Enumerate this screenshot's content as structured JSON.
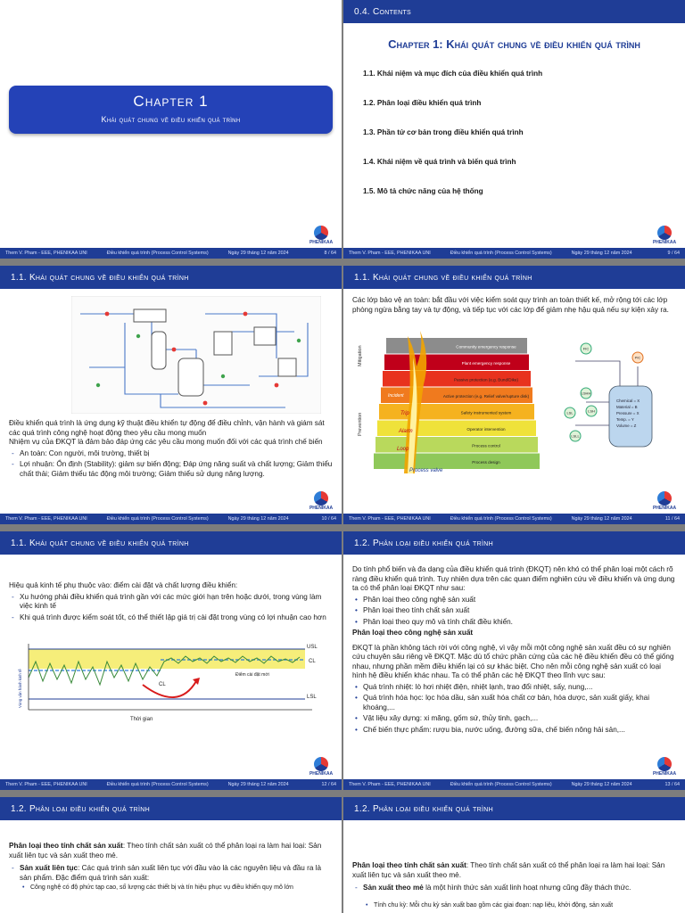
{
  "footer": {
    "author": "Them V. Pham - EEE, PHENIKAA UNI",
    "course": "Điều khiển quá trình (Process Control Systems)",
    "date": "Ngày 29 tháng 12 năm 2024"
  },
  "logo_text": "PHENIKAA",
  "slide8": {
    "chapter": "Chapter 1",
    "subtitle": "Khái quát chung về điều khiển quá trình",
    "page": "8 / 64"
  },
  "slide9": {
    "header": "0.4. Contents",
    "title": "Chapter 1: Khái quát chung về điều khiển quá trình",
    "items": [
      "1.1. Khái niệm và mục đích của điều khiển quá trình",
      "1.2. Phân loại điều khiển quá trình",
      "1.3. Phần tử cơ bản trong điều khiển quá trình",
      "1.4. Khái niệm về quá trình và biến quá trình",
      "1.5. Mô tả chức năng của hệ thống"
    ],
    "page": "9 / 64"
  },
  "slide10": {
    "header": "1.1. Khái quát chung về điều khiển quá trình",
    "p1": "Điều khiển quá trình là ứng dụng kỹ thuật điều khiển tự động để điều chỉnh, vận hành và giám sát các quá trình công nghệ hoạt động theo yêu cầu mong muốn",
    "p2": "Nhiệm vụ của ĐKQT là đảm bảo đáp ứng các yêu cầu mong muốn đối với các quá trình chế biến",
    "bullets": [
      "An toàn: Con người, môi trường, thiết bị",
      "Lợi nhuận: Ổn định (Stability): giảm sự biến động; Đáp ứng năng suất và chất lượng; Giảm thiểu chất thải; Giảm thiểu tác động môi trường; Giảm thiểu sử dụng năng lượng."
    ],
    "page": "10 / 64"
  },
  "slide11": {
    "header": "1.1. Khái quát chung về điều khiển quá trình",
    "p1": "Các lớp bảo vệ an toàn: bắt đầu với việc kiểm soát quy trình an toàn thiết kế, mở rộng tới các lớp phòng ngừa bằng tay và tự động, và tiếp tục với các lớp để giảm nhẹ hậu quả nếu sự kiện xảy ra.",
    "layers": [
      {
        "label": "Community emergency response",
        "color": "#8c8c8c"
      },
      {
        "label": "Plant emergency response",
        "color": "#c0001a"
      },
      {
        "label": "Passive protection (e.g. Bund/Dike)",
        "color": "#e8321e"
      },
      {
        "label": "Active protection (e.g. Relief valve/rupture disk)",
        "color": "#f07a1e"
      },
      {
        "label": "Safety instrumented system",
        "color": "#f5b21f"
      },
      {
        "label": "Operator intervention",
        "color": "#efe23a"
      },
      {
        "label": "Process control",
        "color": "#b9d95c"
      },
      {
        "label": "Process design",
        "color": "#8fc85a"
      }
    ],
    "side_labels": [
      "Mitigation",
      "Prevention"
    ],
    "event_labels": [
      "Incident",
      "Trip",
      "Alarm",
      "Loop",
      "Process valve"
    ],
    "tank_text": [
      "Chemical = X",
      "Material = B",
      "Pressure = X",
      "Temp. = Y",
      "Volume = Z"
    ],
    "instruments": [
      "FIC",
      "PIC",
      "LSHH",
      "LSH",
      "LSL",
      "LSLL"
    ],
    "page": "11 / 64"
  },
  "slide12": {
    "header": "1.1. Khái quát chung về điều khiển quá trình",
    "intro": "Hiệu quả kinh tế phụ thuộc vào: điểm cài đặt và chất lượng điều khiển:",
    "bullets": [
      "Xu hướng phải điều khiển quá trình gần với các mức giới hạn trên hoặc dưới, trong vùng làm việc kinh tế",
      "Khi quá trình được kiểm soát tốt, có thể thiết lập giá trị cài đặt trong vùng có lợi nhuận cao hơn"
    ],
    "chart_labels": {
      "usl": "USL",
      "cl": "CL",
      "lsl": "LSL",
      "cl_left": "CL",
      "new_sp": "Điểm cài đặt mới",
      "xlabel": "Thời gian",
      "ylabel": "Vùng vận hành kinh tế"
    },
    "page": "12 / 64"
  },
  "slide13": {
    "header": "1.2. Phân loại điều khiển quá trình",
    "p1": "Do tính phổ biến và đa dạng của điều khiển quá trình (ĐKQT) nên khó có thể phân loại một cách rõ ràng điều khiển quá trình. Tuy nhiên dựa trên các quan điểm nghiên cứu về điều khiển và ứng dụng ta có thể phân loại ĐKQT như sau:",
    "types": [
      "Phân loại theo công nghệ sản xuất",
      "Phân loại theo tính chất sản xuất",
      "Phân loại theo quy mô và tính chất điều khiển."
    ],
    "subhead": "Phân loại theo công nghệ sản xuất",
    "p2": "ĐKQT là phần không tách rời với công nghệ, vì vậy mỗi một công nghệ sản xuất đều có sự nghiên cứu chuyên sâu riêng về ĐKQT. Mặc dù tổ chức phần cứng của các hệ điều khiển đều có thể giống nhau, nhưng phần mềm điều khiển lại có sự khác biệt. Cho nên mỗi công nghệ sản xuất có loại hình hệ điều khiển khác nhau. Ta có thể phân các hệ ĐKQT theo lĩnh vực sau:",
    "fields": [
      "Quá trình nhiệt: lò hơi nhiệt điện, nhiệt lạnh, trao đổi nhiệt, sấy, nung,...",
      "Quá trình hóa học: lọc hóa dầu, sản xuất hóa chất cơ bản, hóa dược, sản xuất giấy, khai khoáng,...",
      "Vật liệu xây dựng: xi măng, gốm sứ, thủy tinh, gạch,...",
      "Chế biến thực phẩm: rượu bia, nước uống, đường sữa, chế biến nông hải sản,..."
    ],
    "page": "13 / 64"
  },
  "slide14": {
    "header": "1.2. Phân loại điều khiển quá trình",
    "lead": "Phân loại theo tính chất sản xuất",
    "lead_rest": ": Theo tính chất sản xuất có thể phân loại ra làm hai loại: Sản xuất liên tục và sản xuất theo mẻ.",
    "b1_bold": "Sản xuất liên tục",
    "b1_rest": ": Các quá trình sản xuất liên tục với đầu vào là các nguyên liệu và đầu ra là sản phẩm. Đặc điểm quá trình sản xuất:",
    "sub1": "Công nghệ có độ phức tạp cao, số lượng các thiết bị và tín hiệu phục vụ điều khiển quy mô lớn"
  },
  "slide15": {
    "header": "1.2. Phân loại điều khiển quá trình",
    "lead": "Phân loại theo tính chất sản xuất",
    "lead_rest": ": Theo tính chất sản xuất có thể phân loại ra làm hai loại: Sản xuất liên tục và sản xuất theo mẻ.",
    "b1_bold": "Sản xuất theo mẻ",
    "b1_rest": " là một hình thức sản xuất linh hoạt nhưng cũng đầy thách thức.",
    "sub1": "Tính chu kỳ: Mỗi chu kỳ sản xuất bao gồm các giai đoạn: nạp liệu, khởi động, sản xuất"
  }
}
